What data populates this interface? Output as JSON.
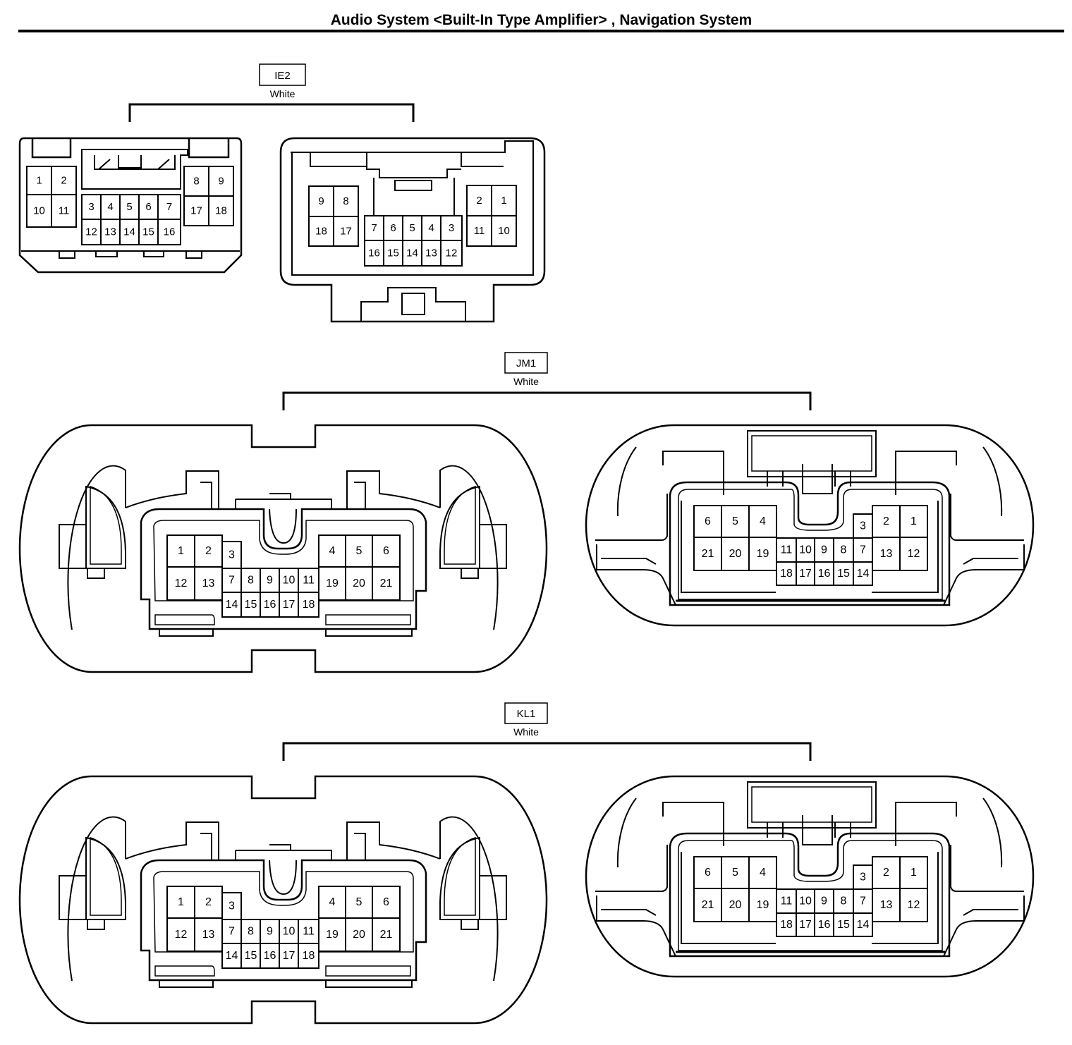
{
  "page": {
    "title": "Audio System <Built-In Type Amplifier> , Navigation System"
  },
  "connectors": [
    {
      "code": "IE2",
      "color": "White"
    },
    {
      "code": "JM1",
      "color": "White"
    },
    {
      "code": "KL1",
      "color": "White"
    }
  ],
  "pins": {
    "ie2_left": [
      "1",
      "2",
      "10",
      "11",
      "3",
      "4",
      "5",
      "6",
      "7",
      "12",
      "13",
      "14",
      "15",
      "16",
      "8",
      "9",
      "17",
      "18"
    ],
    "ie2_right": [
      "9",
      "8",
      "18",
      "17",
      "7",
      "6",
      "5",
      "4",
      "3",
      "16",
      "15",
      "14",
      "13",
      "12",
      "2",
      "1",
      "11",
      "10"
    ],
    "big_left": [
      "1",
      "2",
      "12",
      "13",
      "3",
      "7",
      "8",
      "9",
      "10",
      "11",
      "14",
      "15",
      "16",
      "17",
      "18",
      "4",
      "5",
      "6",
      "19",
      "20",
      "21"
    ],
    "big_right": [
      "6",
      "5",
      "4",
      "21",
      "20",
      "19",
      "11",
      "10",
      "9",
      "8",
      "18",
      "17",
      "16",
      "15",
      "3",
      "7",
      "14",
      "2",
      "1",
      "13",
      "12"
    ]
  }
}
